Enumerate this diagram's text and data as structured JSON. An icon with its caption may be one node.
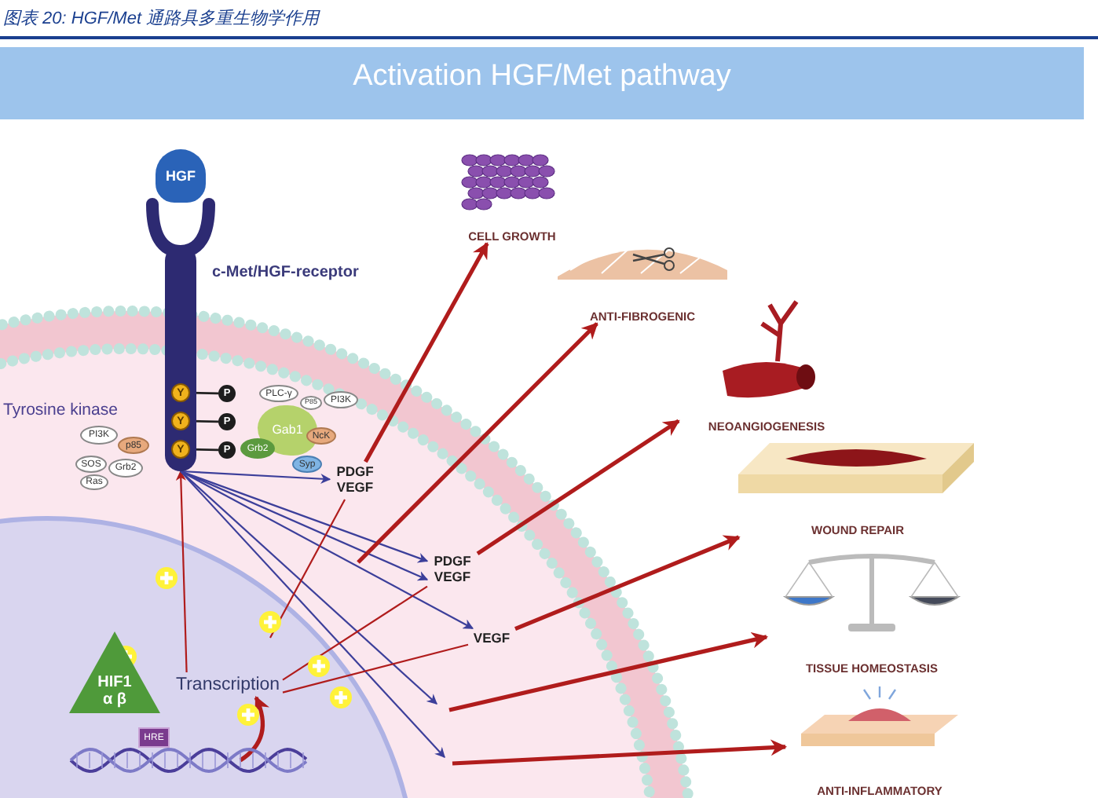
{
  "diagram": {
    "title": "Activation HGF/Met pathway",
    "caption": "图表 20: HGF/Met 通路具多重生物学作用",
    "nodes": [
      {
        "text": [
          "HGF"
        ]
      },
      {
        "text": [],
        "shape": "picture",
        "beside": [
          "c-Met/HGF-receptor"
        ]
      },
      {
        "text": [
          "Y"
        ],
        "in": 1
      },
      {
        "text": [
          "Y"
        ],
        "in": 1
      },
      {
        "text": [
          "Y"
        ],
        "in": 1
      },
      {
        "text": [
          "P"
        ]
      },
      {
        "text": [
          "P"
        ]
      },
      {
        "text": [
          "P"
        ]
      },
      {
        "text": [
          "PI3K"
        ]
      },
      {
        "text": [
          "p85"
        ]
      },
      {
        "text": [
          "SOS"
        ]
      },
      {
        "text": [
          "Grb2"
        ]
      },
      {
        "text": [
          "Ras"
        ]
      },
      {
        "text": [
          "Gab1"
        ]
      },
      {
        "text": [
          "PLC-γ"
        ]
      },
      {
        "text": [
          "P85"
        ]
      },
      {
        "text": [
          "PI3K"
        ]
      },
      {
        "text": [
          "NcK"
        ]
      },
      {
        "text": [
          "Grb2"
        ]
      },
      {
        "text": [
          "Syp"
        ]
      },
      {
        "text": [
          "PDGF VEGF"
        ]
      },
      {
        "text": [
          "PDGF VEGF"
        ]
      },
      {
        "text": [
          "VEGF"
        ]
      },
      {
        "text": [
          "CELL GROWTH"
        ]
      },
      {
        "text": [
          "ANTI-FIBROGENIC"
        ]
      },
      {
        "text": [
          "NEOANGIOGENESIS"
        ]
      },
      {
        "text": [
          "WOUND REPAIR"
        ]
      },
      {
        "text": [
          "TISSUE HOMEOSTASIS"
        ]
      },
      {
        "text": [
          "ANTI-INFLAMMATORY"
        ]
      },
      {
        "text": [
          "HIF1 α β"
        ]
      },
      {
        "text": [
          "HRE"
        ]
      },
      {
        "text": [
          "Transcription"
        ]
      },
      {
        "text": [],
        "shape": "picture"
      }
    ],
    "edges": [
      {
        "from": 2,
        "to": 5,
        "arrow": "none",
        "color": "#222222"
      },
      {
        "from": 3,
        "to": 6,
        "arrow": "none",
        "color": "#222222"
      },
      {
        "from": 4,
        "to": 7,
        "arrow": "none",
        "color": "#222222"
      },
      {
        "from": 31,
        "to": 1,
        "arrow": "to"
      },
      {
        "from": 32,
        "to": 31,
        "arrow": "to",
        "style": "thick"
      },
      {
        "from": 1,
        "to": 20,
        "arrow": "to",
        "color": "#3c3f9a"
      },
      {
        "from": 1,
        "to": 21,
        "arrow": "to",
        "color": "#3c3f9a"
      },
      {
        "from": 1,
        "to": 21,
        "arrow": "to",
        "color": "#3c3f9a"
      },
      {
        "from": 1,
        "to": 22,
        "arrow": "to",
        "color": "#3c3f9a"
      },
      {
        "from": 1,
        "to": null,
        "arrow": "to",
        "color": "#3c3f9a"
      },
      {
        "from": 1,
        "to": null,
        "arrow": "to",
        "color": "#3c3f9a"
      },
      {
        "from": null,
        "to": 20,
        "arrow": "none"
      },
      {
        "from": 20,
        "to": 23,
        "arrow": "to",
        "style": "thick"
      },
      {
        "from": null,
        "to": 24,
        "arrow": "to",
        "style": "thick"
      },
      {
        "from": 31,
        "to": 21,
        "arrow": "none"
      },
      {
        "from": 21,
        "to": 25,
        "arrow": "to",
        "style": "thick"
      },
      {
        "from": 31,
        "to": 22,
        "arrow": "none"
      },
      {
        "from": 22,
        "to": 26,
        "arrow": "to",
        "style": "thick"
      },
      {
        "from": null,
        "to": 27,
        "arrow": "to",
        "style": "thick"
      },
      {
        "from": null,
        "to": 28,
        "arrow": "to",
        "style": "thick"
      }
    ],
    "labels": [
      "Tyrosine kinase"
    ]
  }
}
